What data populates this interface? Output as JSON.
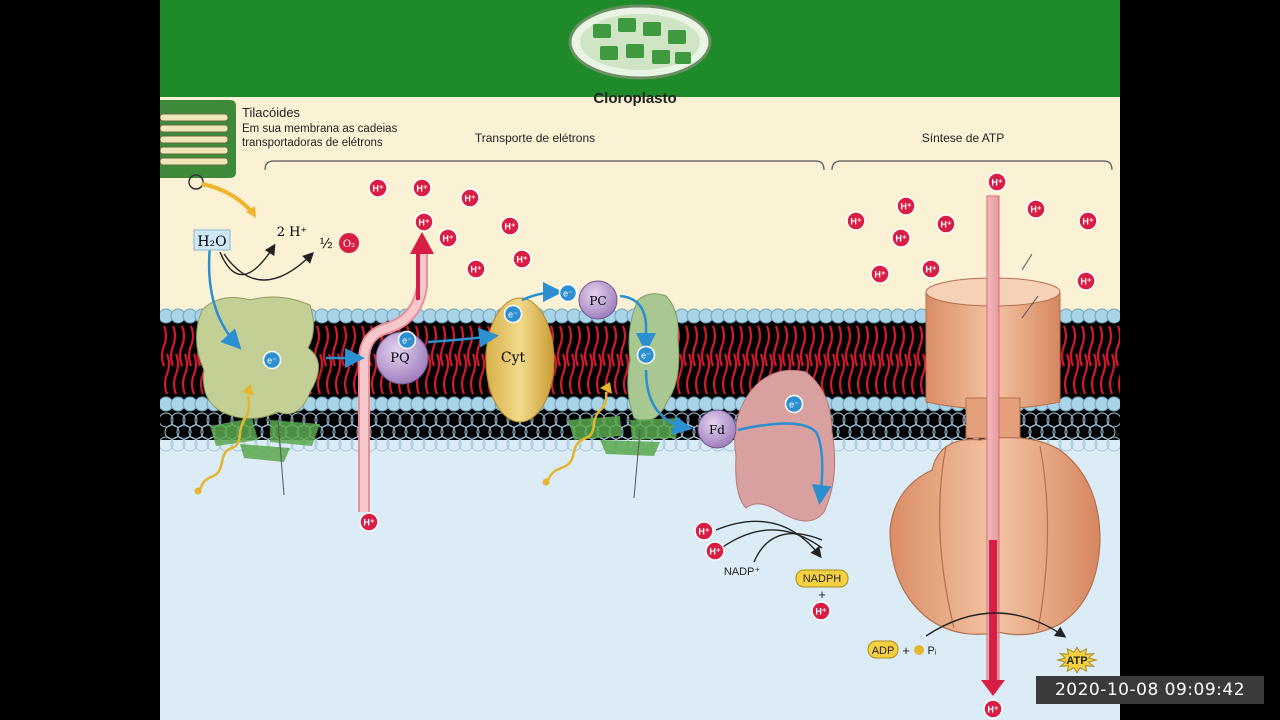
{
  "title": "Cloroplasto",
  "legend": {
    "heading": "Tilacóides",
    "line1": "Em sua membrana as cadeias",
    "line2": "transportadoras de elétrons"
  },
  "sections": {
    "electron_transport": "Transporte de elétrons",
    "atp_synthesis": "Síntese de ATP"
  },
  "molecules": {
    "water": "H₂O",
    "two_h": "2 H⁺",
    "half": "½",
    "oxygen": "O₂",
    "pq": "PQ",
    "cyt": "Cyt",
    "pc": "PC",
    "fd": "Fd",
    "nadp": "NADP⁺",
    "nadph": "NADPH",
    "plus": "+",
    "adp": "ADP",
    "pi": "Pᵢ",
    "atp": "ATP",
    "electron": "e⁻",
    "proton": "H⁺"
  },
  "timestamp": "2020-10-08 09:09:42",
  "colors": {
    "top_band": "#1f8a2a",
    "lumen": "#fbf2d6",
    "stroma": "#dcecf6",
    "membrane_head": "#a9d3e6",
    "lipid_tail": "#d2192d",
    "proton": "#d81e45",
    "electron": "#2b8fd0",
    "atp_synthase": "#e9a883"
  }
}
